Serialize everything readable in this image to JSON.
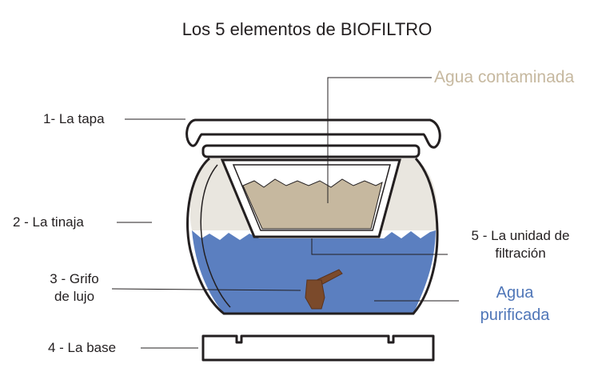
{
  "title": "Los 5 elementos de BIOFILTRO",
  "labels": {
    "tapa": "1- La tapa",
    "tinaja": "2 - La tinaja",
    "grifo_line1": "3 - Grifo",
    "grifo_line2": "de lujo",
    "base": "4 - La base",
    "unidad_line1": "5 - La unidad de",
    "unidad_line2": "filtración",
    "agua_contaminada": "Agua contaminada",
    "agua_purificada_line1": "Agua",
    "agua_purificada_line2": "purificada"
  },
  "colors": {
    "outline": "#231f20",
    "purified_water": "#5b7fc0",
    "contaminated_water": "#c6b89f",
    "empty_space": "#e9e6df",
    "tap": "#7b4a2b",
    "purified_label": "#4f76b8",
    "contaminated_label": "#c6b89f"
  }
}
